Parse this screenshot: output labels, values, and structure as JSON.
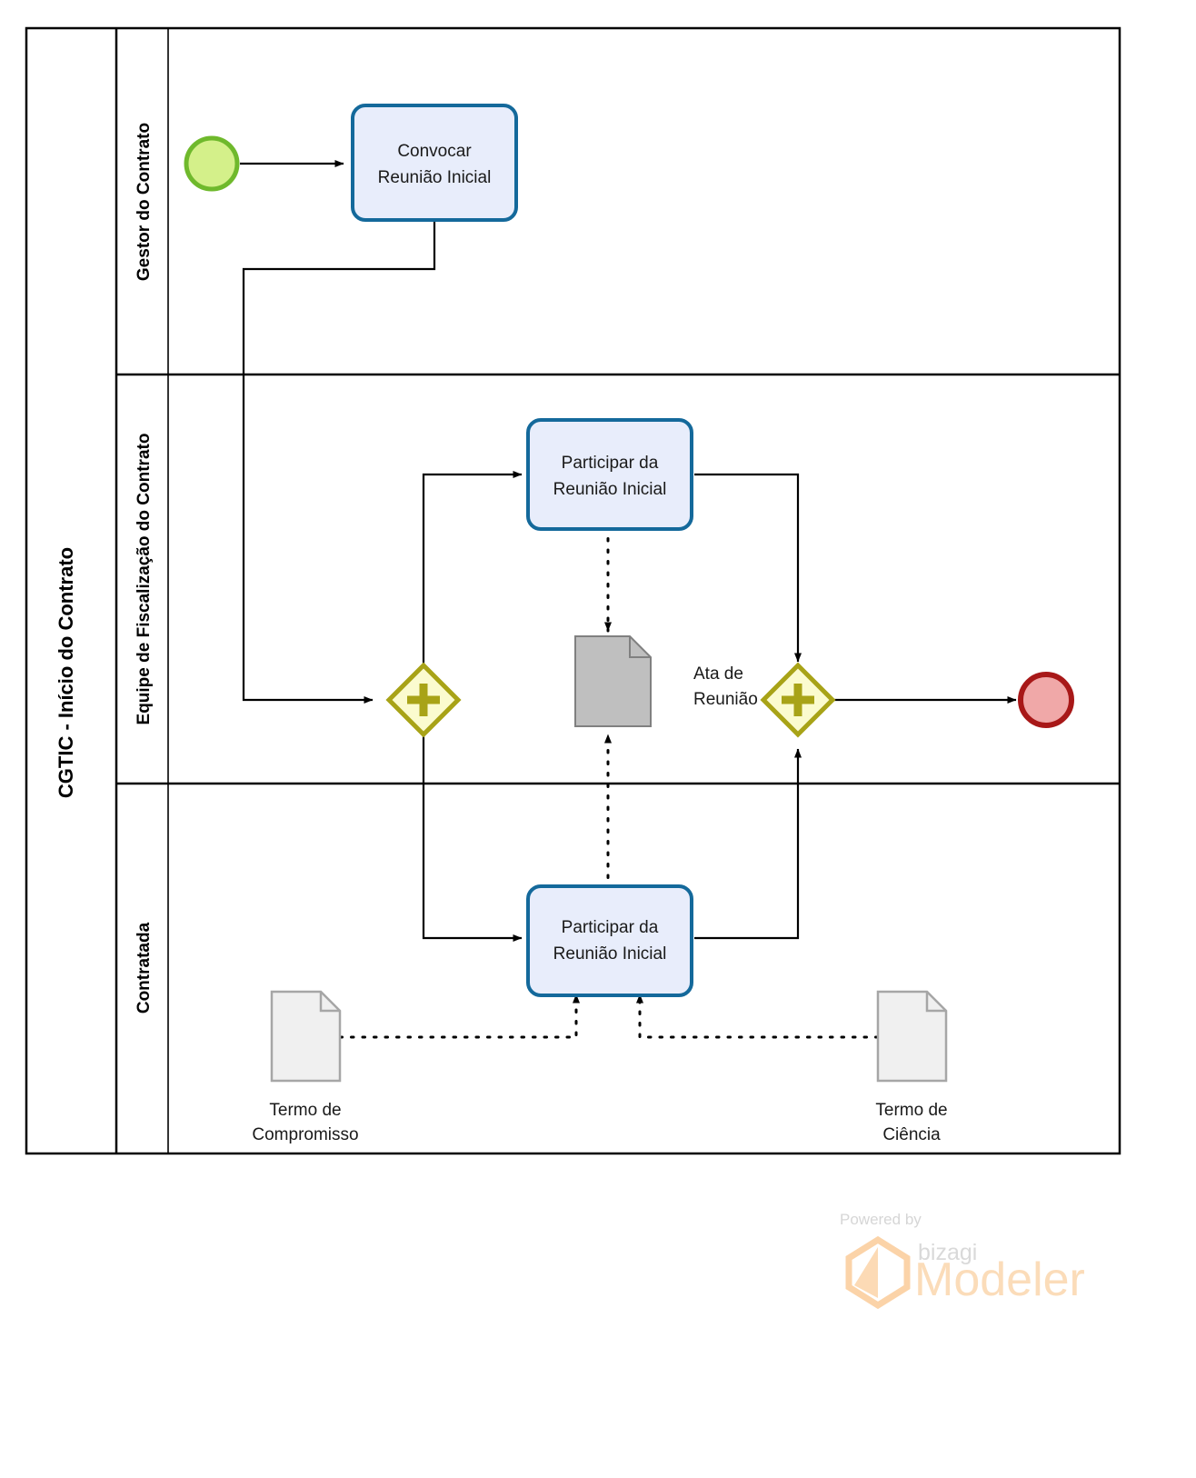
{
  "diagram": {
    "type": "bpmn-process-diagram",
    "pool": {
      "title": "CGTIC - Início do Contrato"
    },
    "lanes": [
      {
        "id": "lane-gestor",
        "title": "Gestor do Contrato"
      },
      {
        "id": "lane-fiscalizacao",
        "title": "Equipe de Fiscalização do Contrato"
      },
      {
        "id": "lane-contratada",
        "title": "Contratada"
      }
    ],
    "events": [
      {
        "id": "start-event",
        "kind": "start",
        "label": "",
        "fill": "#d4f08a",
        "stroke": "#6fb92c"
      },
      {
        "id": "end-event",
        "kind": "end",
        "label": "",
        "fill": "#f0a8a8",
        "stroke": "#a81818"
      }
    ],
    "tasks": [
      {
        "id": "task-convocar",
        "label_line1": "Convocar",
        "label_line2": "Reunião Inicial",
        "lane": "lane-gestor"
      },
      {
        "id": "task-participar-fiscalizacao",
        "label_line1": "Participar da",
        "label_line2": "Reunião Inicial",
        "lane": "lane-fiscalizacao"
      },
      {
        "id": "task-participar-contratada",
        "label_line1": "Participar da",
        "label_line2": "Reunião Inicial",
        "lane": "lane-contratada"
      }
    ],
    "gateways": [
      {
        "id": "gateway-split",
        "kind": "parallel",
        "symbol": "+"
      },
      {
        "id": "gateway-join",
        "kind": "parallel",
        "symbol": "+"
      }
    ],
    "artifacts": [
      {
        "id": "doc-ata",
        "label_line1": "Ata de",
        "label_line2": "Reunião",
        "fill": "#bfbfbf",
        "stroke": "#808080"
      },
      {
        "id": "doc-termo-compromisso",
        "label_line1": "Termo de",
        "label_line2": "Compromisso",
        "fill": "#f0f0f0",
        "stroke": "#a6a6a6"
      },
      {
        "id": "doc-termo-ciencia",
        "label_line1": "Termo de",
        "label_line2": "Ciência",
        "fill": "#f0f0f0",
        "stroke": "#a6a6a6"
      }
    ],
    "colors": {
      "task_fill": "#e8edfb",
      "task_stroke": "#14699b",
      "gateway_fill": "#fbfbcf",
      "gateway_stroke": "#a8a317",
      "flow_stroke": "#000000",
      "pool_border": "#000000"
    }
  },
  "watermark": {
    "powered_by": "Powered by",
    "brand": "bizagi",
    "product": "Modeler"
  }
}
